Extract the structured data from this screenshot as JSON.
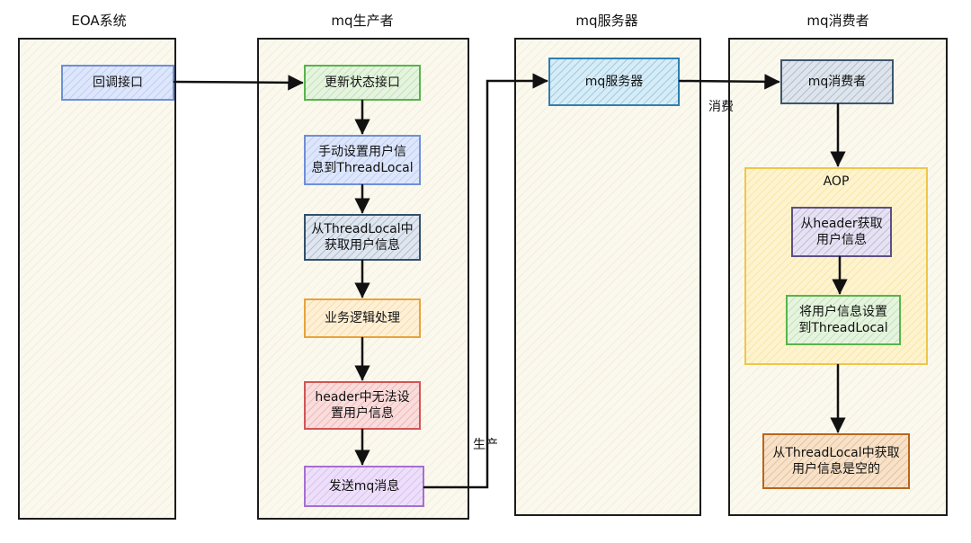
{
  "lanes": {
    "eoa": "EOA系统",
    "producer": "mq生产者",
    "server": "mq服务器",
    "consumer": "mq消费者"
  },
  "nodes": {
    "callback": "回调接口",
    "update_status": "更新状态接口",
    "set_user_1": "手动设置用户信",
    "set_user_2": "息到ThreadLocal",
    "get_user_1": "从ThreadLocal中",
    "get_user_2": "获取用户信息",
    "business": "业务逻辑处理",
    "header_fail_1": "header中无法设",
    "header_fail_2": "置用户信息",
    "send_msg": "发送mq消息",
    "mq_server": "mq服务器",
    "mq_consumer": "mq消费者",
    "aop": "AOP",
    "from_header_1": "从header获取",
    "from_header_2": "用户信息",
    "set_tl_1": "将用户信息设置",
    "set_tl_2": "到ThreadLocal",
    "get_empty_1": "从ThreadLocal中获取",
    "get_empty_2": "用户信息是空的"
  },
  "edge_labels": {
    "produce": "生产",
    "consume": "消费"
  }
}
